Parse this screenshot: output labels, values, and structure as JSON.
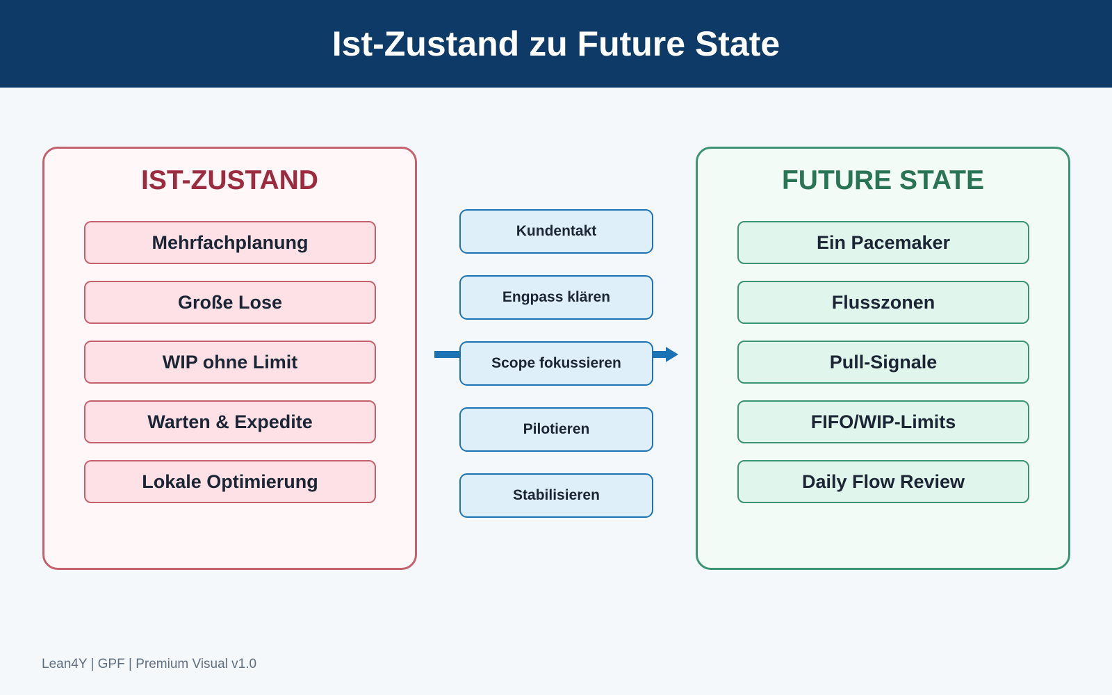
{
  "header": {
    "title": "Ist-Zustand zu Future State"
  },
  "ist": {
    "title": "IST-ZUSTAND",
    "items": [
      "Mehrfachplanung",
      "Große Lose",
      "WIP ohne Limit",
      "Warten & Expedite",
      "Lokale Optimierung"
    ]
  },
  "steps": [
    "Kundentakt",
    "Engpass klären",
    "Scope fokussieren",
    "Pilotieren",
    "Stabilisieren"
  ],
  "future": {
    "title": "FUTURE STATE",
    "items": [
      "Ein Pacemaker",
      "Flusszonen",
      "Pull-Signale",
      "FIFO/WIP-Limits",
      "Daily Flow Review"
    ]
  },
  "footer": {
    "text": "Lean4Y | GPF | Premium Visual v1.0"
  },
  "colors": {
    "header": "#0e3a67",
    "ist_accent": "#c5606d",
    "future_accent": "#3b9474",
    "step_accent": "#1c73b4"
  }
}
